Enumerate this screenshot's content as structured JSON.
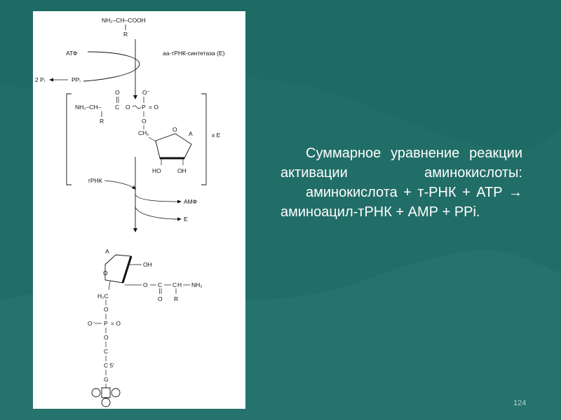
{
  "colors": {
    "background": "#1e6a64",
    "scheme_bg": "#ffffff",
    "text": "#ffffff"
  },
  "scheme": {
    "amino_acid": "NH₂–CH–COOH",
    "r_label": "R",
    "atf": "АТФ",
    "enzyme": "аа-тРНК-синтетаза (Е)",
    "two_pi": "2 Pᵢ",
    "ppi": "PPᵢ",
    "nh2_ch": "NH₂–CH–",
    "c_label": "C",
    "o_label": "O",
    "p_label": "P",
    "eq_o": "= O",
    "o_minus": "O⁻",
    "ch2": "CH₂",
    "a_label": "A",
    "ho": "HO",
    "oh": "OH",
    "xe": "x E",
    "trnk": "тРНК",
    "amf": "АМФ",
    "e_label": "Е",
    "nh2": "NH₂",
    "h2c": "H₂C",
    "c5": "C 5'",
    "g_label": "G"
  },
  "text": {
    "para1": "Суммарное уравнение реакции активации аминокислоты:",
    "para2": "аминокислота + т-РНК + АТР → аминоацил-тРНК + АМР + РРi."
  },
  "slide_number": "124"
}
